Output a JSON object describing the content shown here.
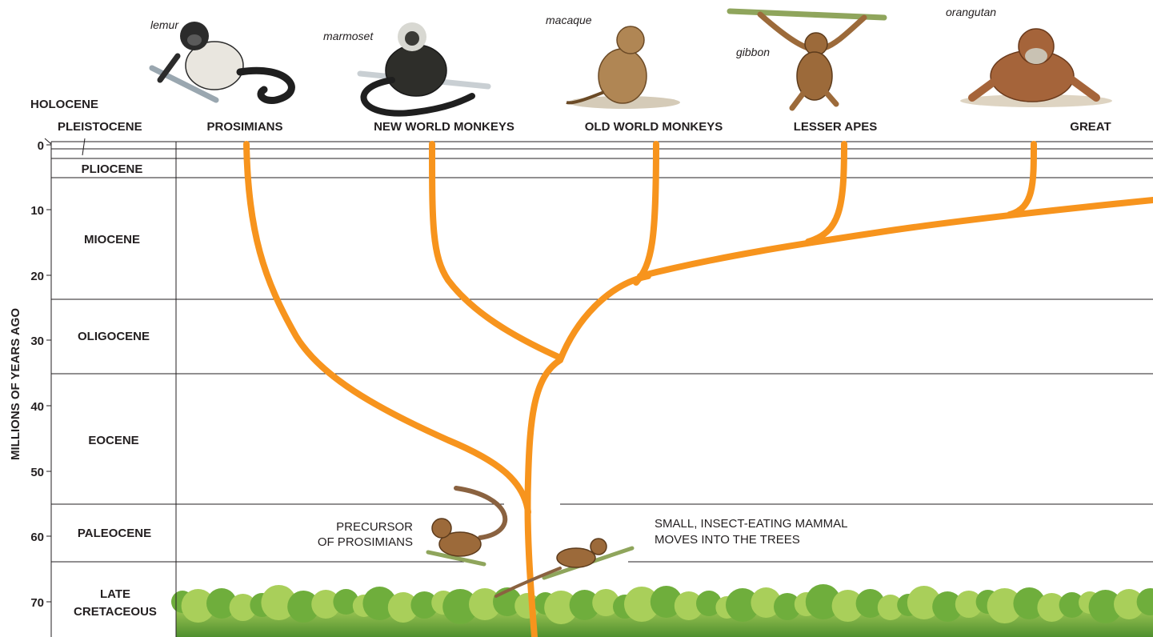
{
  "y_axis": {
    "label": "MILLIONS OF YEARS AGO",
    "ticks": [
      0,
      10,
      20,
      30,
      40,
      50,
      60,
      70
    ]
  },
  "epochs": {
    "holocene": "HOLOCENE",
    "pleistocene": "PLEISTOCENE",
    "pliocene": "PLIOCENE",
    "miocene": "MIOCENE",
    "oligocene": "OLIGOCENE",
    "eocene": "EOCENE",
    "paleocene": "PALEOCENE",
    "late_cretaceous_1": "LATE",
    "late_cretaceous_2": "CRETACEOUS"
  },
  "groups": {
    "prosimians": "PROSIMIANS",
    "new_world_monkeys": "NEW WORLD MONKEYS",
    "old_world_monkeys": "OLD WORLD MONKEYS",
    "lesser_apes": "LESSER APES",
    "great_apes": "GREAT"
  },
  "animals": {
    "lemur": "lemur",
    "marmoset": "marmoset",
    "macaque": "macaque",
    "gibbon": "gibbon",
    "orangutan": "orangutan"
  },
  "annotations": {
    "precursor_1": "PRECURSOR",
    "precursor_2": "OF PROSIMIANS",
    "mammal_1": "SMALL, INSECT-EATING MAMMAL",
    "mammal_2": "MOVES INTO THE TREES"
  },
  "colors": {
    "branch": "#f7941d",
    "grid": "#231f20",
    "foliage": "#6fae3c",
    "foliage_light": "#a9cf5a"
  }
}
